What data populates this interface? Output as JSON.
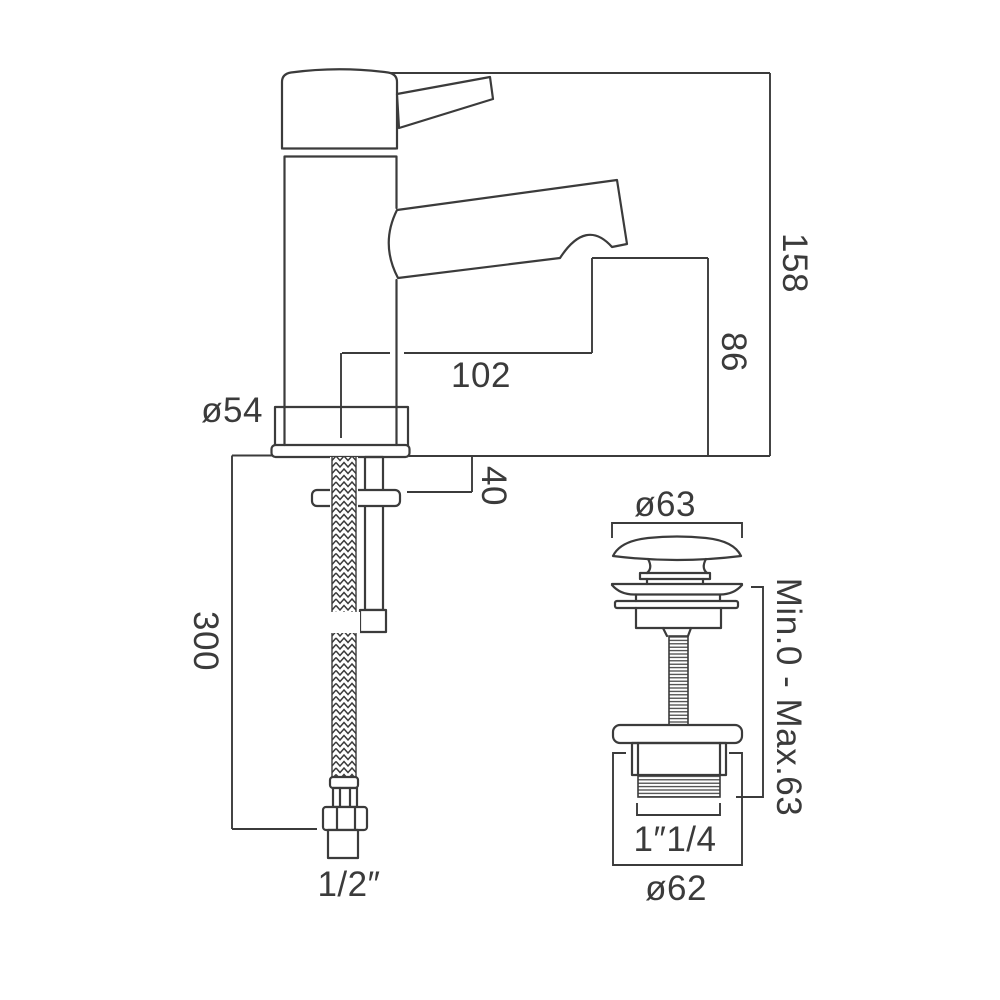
{
  "drawing": {
    "type": "technical-dimension-drawing",
    "subject": "mono basin mixer tap with braided flexi hose and click-clack basin waste",
    "line_color": "#3b3b3b",
    "background_color": "#ffffff"
  },
  "labels": {
    "overall_height": "158",
    "spout_height": "86",
    "spout_reach": "102",
    "body_diameter": "ø54",
    "deck_thickness": "40",
    "hose_length": "300",
    "hose_thread": "1/2″",
    "waste_cap_diameter": "ø63",
    "waste_adjust_range": "Min.0 - Max.63",
    "waste_thread": "1″1/4",
    "waste_flange_diameter": "ø62"
  }
}
